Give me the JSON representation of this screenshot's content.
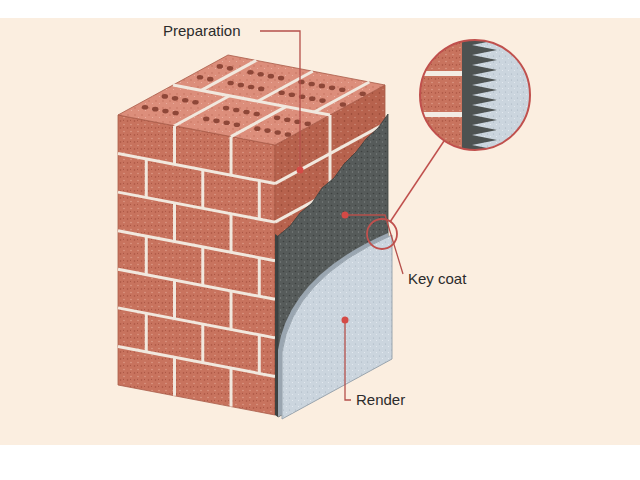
{
  "diagram": {
    "labels": [
      "Preparation",
      "Key coat",
      "Render"
    ]
  }
}
